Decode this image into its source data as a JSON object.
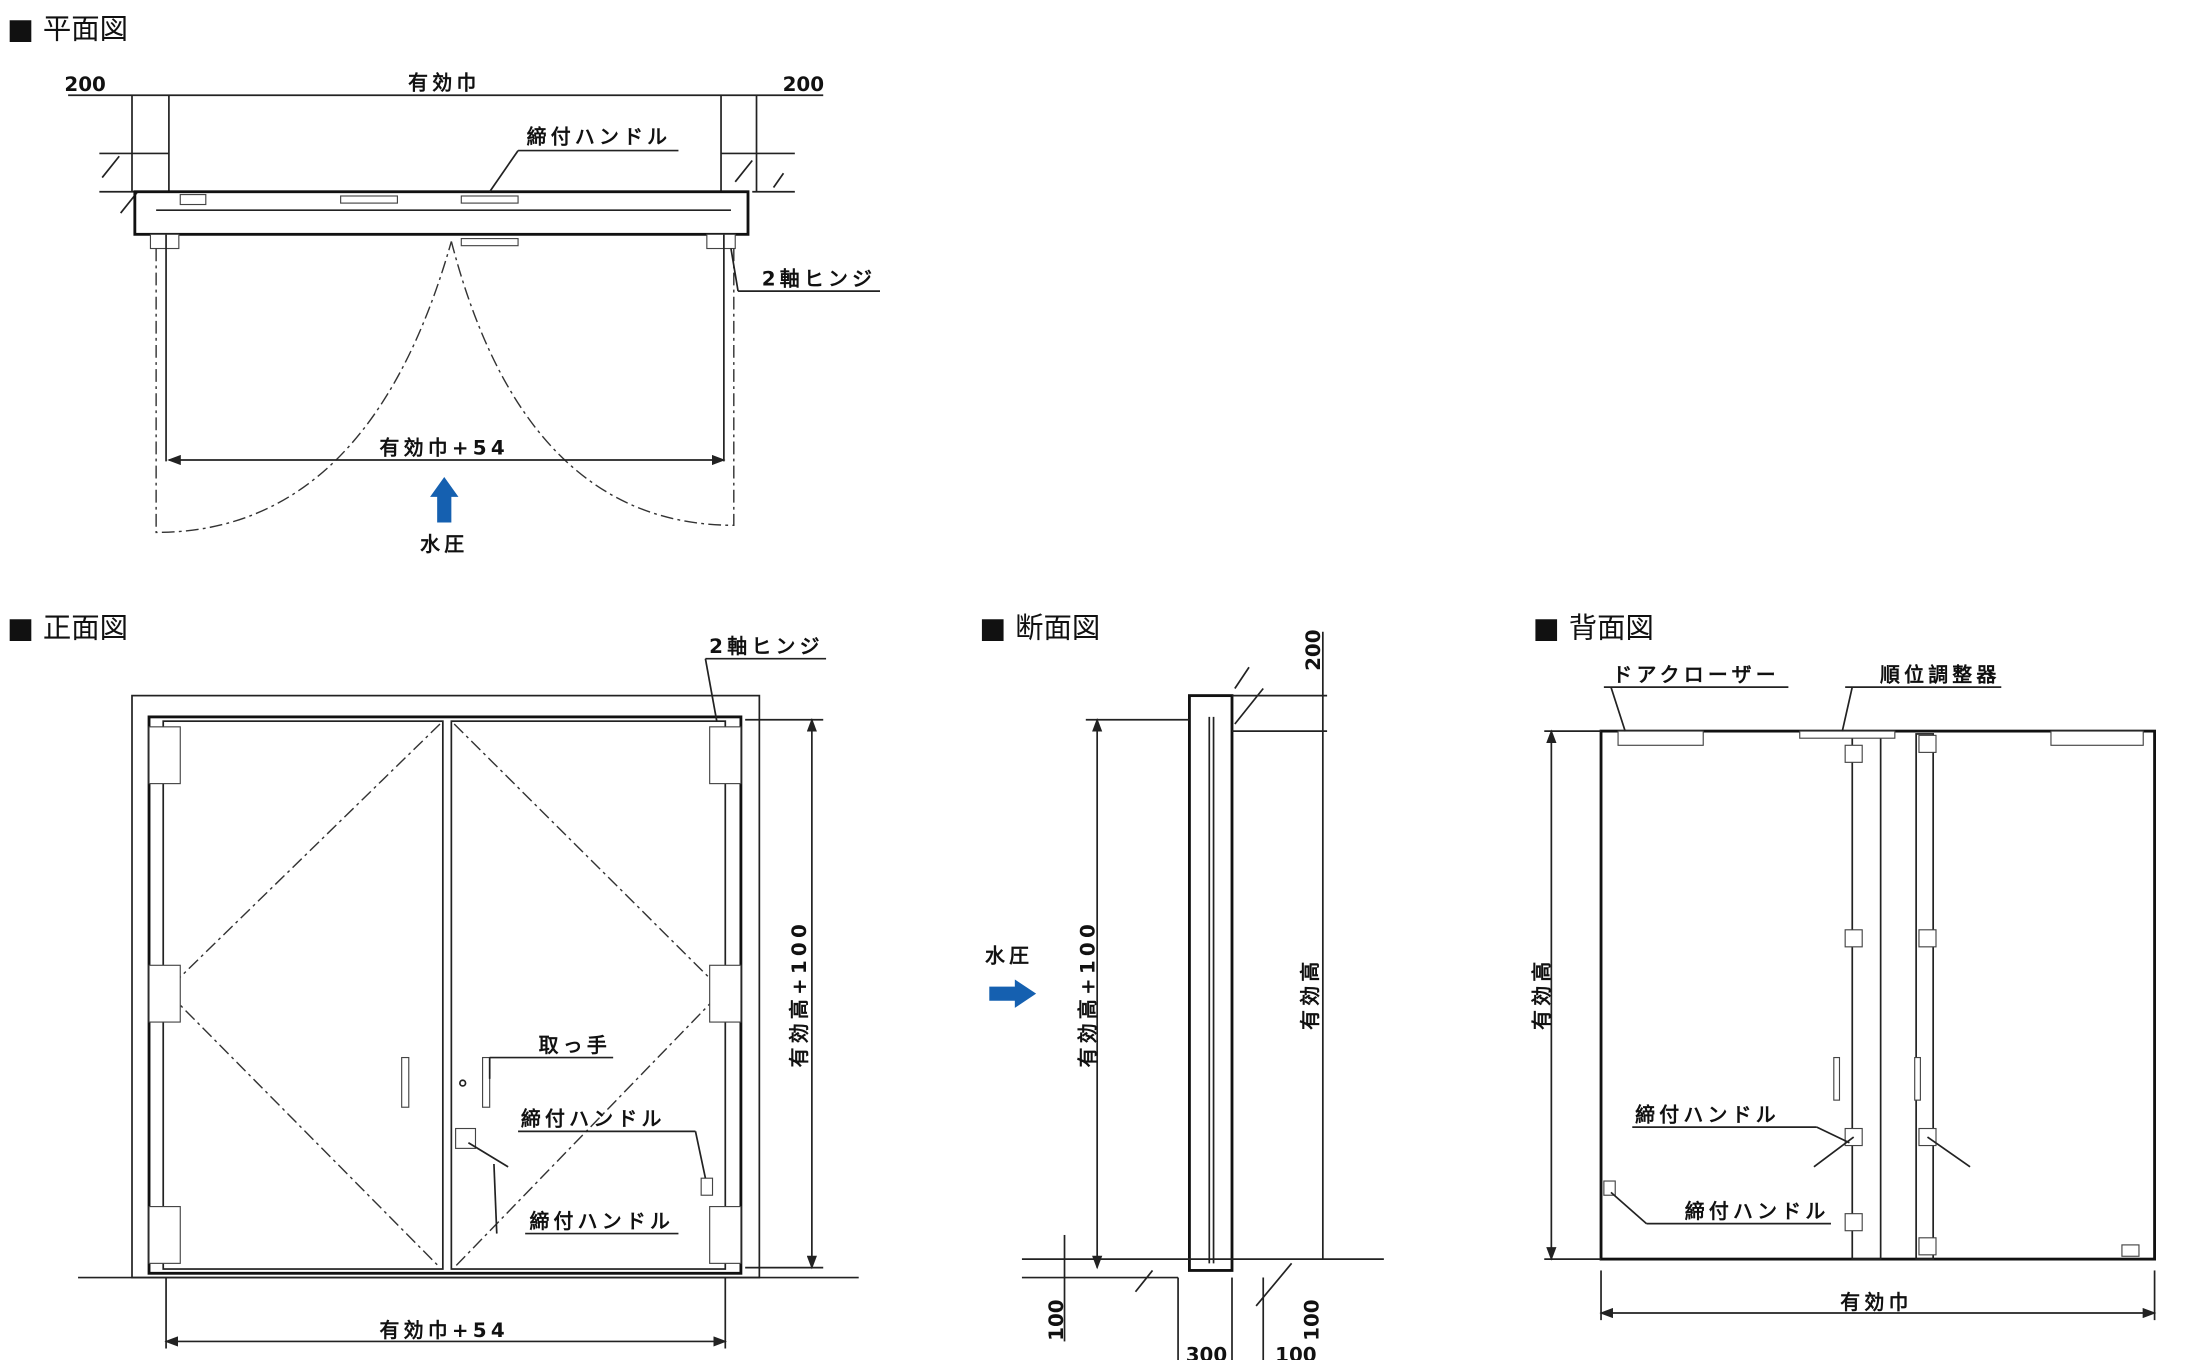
{
  "plan": {
    "title": "■ 平面図",
    "dim_left": "200",
    "dim_center": "有効巾",
    "dim_right": "200",
    "handle_label": "締付ハンドル",
    "hinge_label": "2軸ヒンジ",
    "dim_bottom": "有効巾+54",
    "pressure_label": "水圧"
  },
  "front": {
    "title": "■ 正面図",
    "hinge_label": "2軸ヒンジ",
    "grip_label": "取っ手",
    "handle_label_1": "締付ハンドル",
    "handle_label_2": "締付ハンドル",
    "dim_height": "有効高+100",
    "dim_width": "有効巾+54"
  },
  "section": {
    "title": "■ 断面図",
    "pressure_label": "水圧",
    "dim_top": "200",
    "dim_height_outer": "有効高+100",
    "dim_height": "有効高",
    "dim_bottom_left": "100",
    "dim_bottom_right": "100",
    "dim_base_1": "300",
    "dim_base_2": "100"
  },
  "back": {
    "title": "■ 背面図",
    "closer_label": "ドアクローザー",
    "coordinator_label": "順位調整器",
    "handle_label_1": "締付ハンドル",
    "handle_label_2": "締付ハンドル",
    "dim_height": "有効高",
    "dim_width": "有効巾"
  },
  "colors": {
    "arrow": "#1560b0"
  }
}
